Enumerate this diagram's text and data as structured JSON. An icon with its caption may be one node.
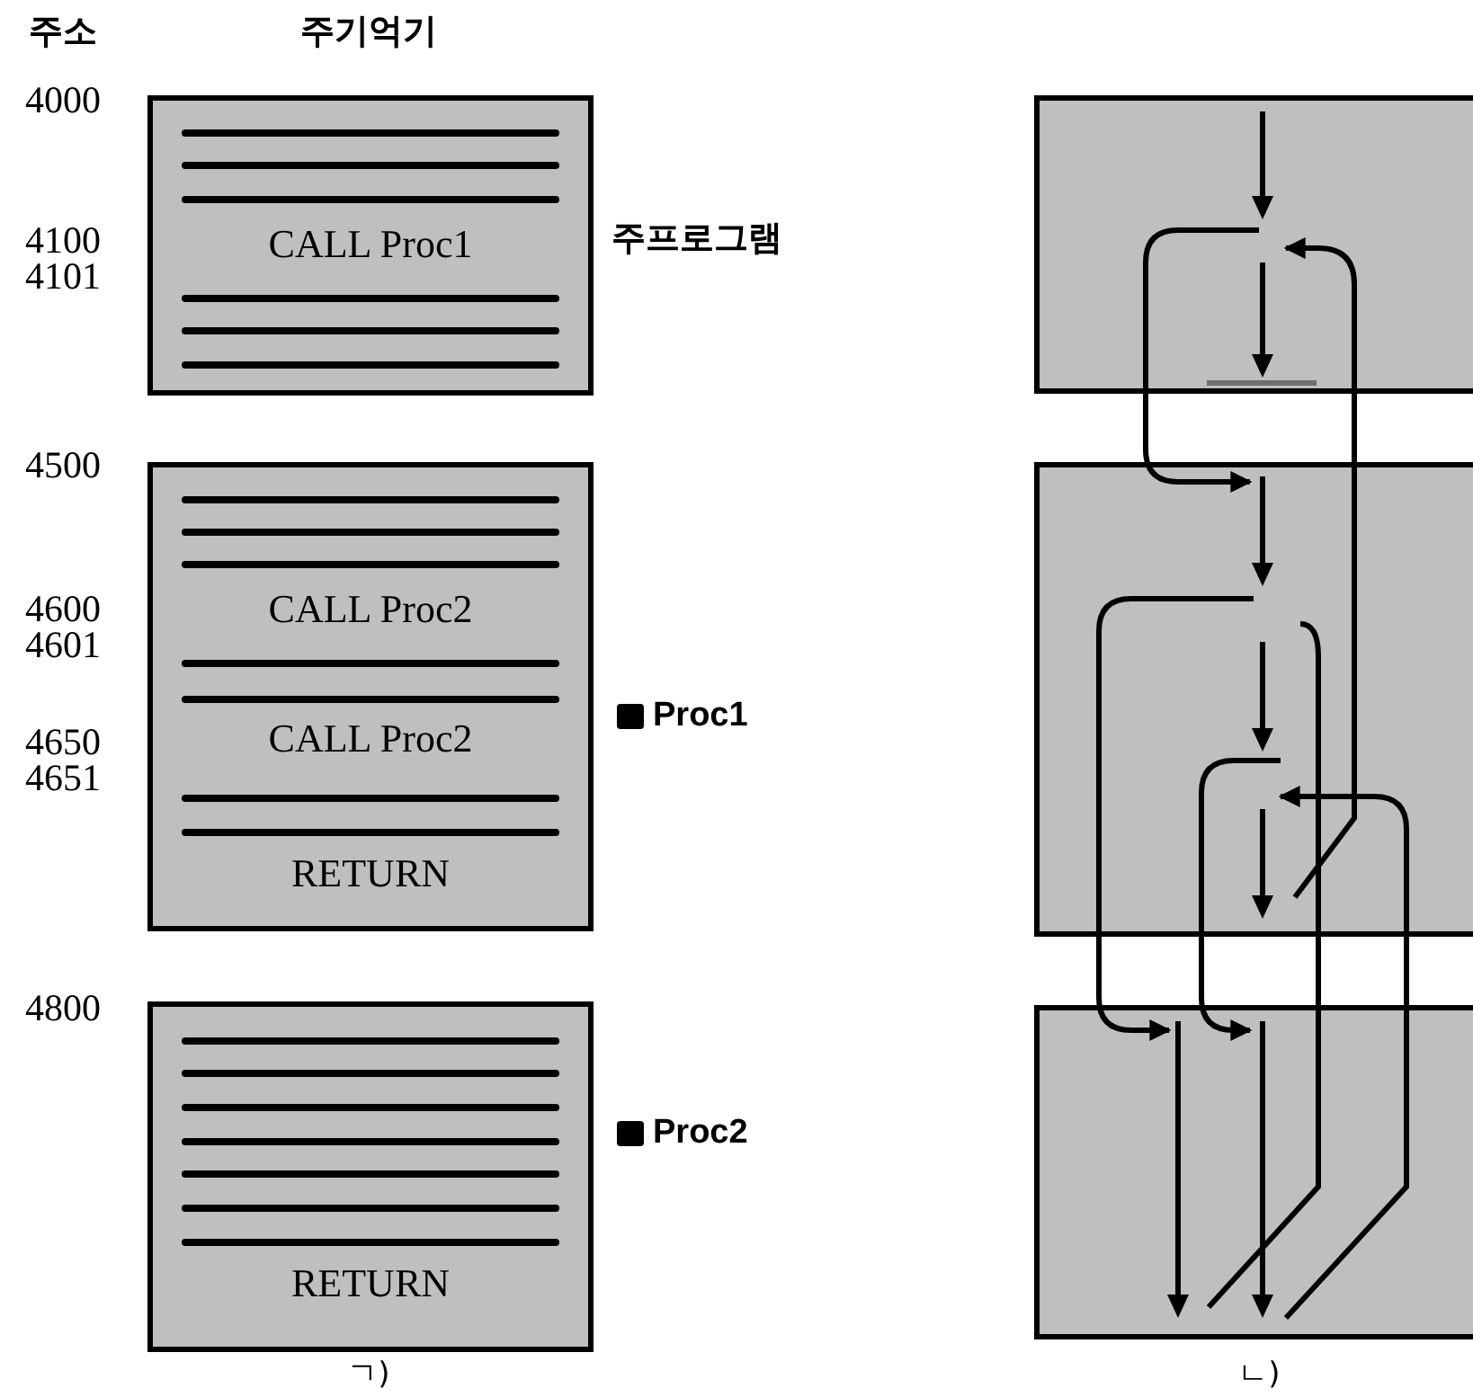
{
  "diagram": {
    "nodes": [
      {
        "text": [
          "CALL Proc1"
        ],
        "beside": [
          "주프로그램"
        ]
      },
      {
        "text": [
          "CALL Proc2",
          "CALL Proc2",
          "RETURN"
        ],
        "beside": [
          "Proc1"
        ]
      },
      {
        "text": [
          "RETURN"
        ],
        "beside": [
          "Proc2"
        ]
      },
      {
        "text": [],
        "shape": "box"
      },
      {
        "text": [],
        "shape": "box"
      },
      {
        "text": [],
        "shape": "box"
      }
    ],
    "edges": [
      {
        "from": 3,
        "to": 4,
        "arrow": "to"
      },
      {
        "from": 4,
        "to": 3,
        "arrow": "to"
      },
      {
        "from": 4,
        "to": 5,
        "arrow": "to"
      },
      {
        "from": 5,
        "to": 4,
        "arrow": "none"
      },
      {
        "from": 4,
        "to": 5,
        "arrow": "to"
      },
      {
        "from": 5,
        "to": 4,
        "arrow": "to"
      }
    ],
    "labels": [
      "주소",
      "주기억기",
      "4000",
      "4100",
      "4101",
      "4500",
      "4600",
      "4601",
      "4650",
      "4651",
      "4800",
      "ㄱ)",
      "ㄴ)"
    ]
  }
}
